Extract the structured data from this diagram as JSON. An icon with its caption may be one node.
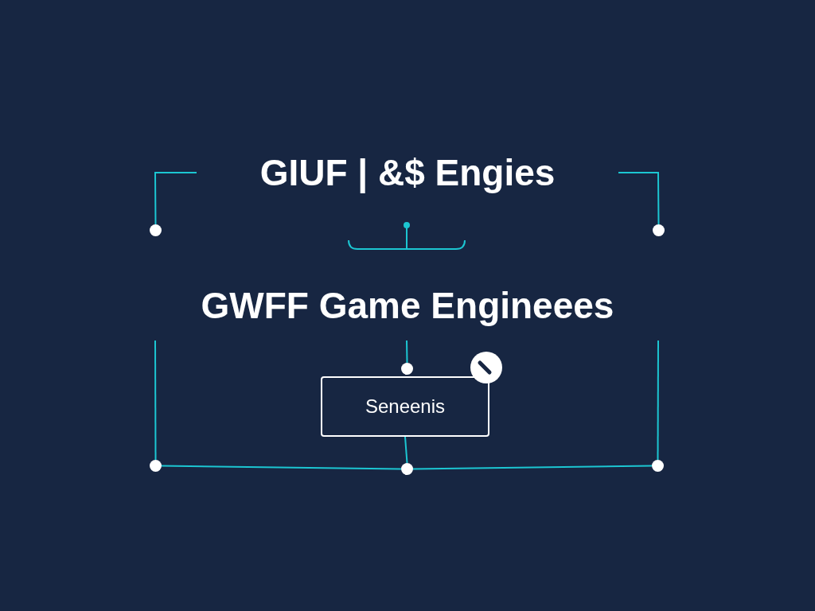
{
  "diagram": {
    "title": "GIUF | &$ Engies",
    "nodes": [
      {
        "text": [],
        "shape": "circle"
      },
      {
        "text": [],
        "shape": "circle"
      },
      {
        "text": [],
        "shape": "circle"
      },
      {
        "text": [
          "Seneenis"
        ]
      },
      {
        "text": [],
        "shape": "circle"
      },
      {
        "text": [],
        "shape": "circle"
      },
      {
        "text": [],
        "shape": "circle"
      }
    ],
    "edges": [
      {
        "from": null,
        "to": 0,
        "arrow": "none"
      },
      {
        "from": null,
        "to": 1,
        "arrow": "none"
      },
      {
        "from": null,
        "to": 2,
        "arrow": "none"
      },
      {
        "from": 3,
        "to": 5,
        "arrow": "none"
      },
      {
        "from": null,
        "to": 4,
        "arrow": "none"
      },
      {
        "from": null,
        "to": 6,
        "arrow": "none"
      },
      {
        "from": 4,
        "to": 5,
        "arrow": "none"
      },
      {
        "from": 5,
        "to": 6,
        "arrow": "none"
      }
    ],
    "labels": [
      "GWFF Game Engineees"
    ]
  }
}
